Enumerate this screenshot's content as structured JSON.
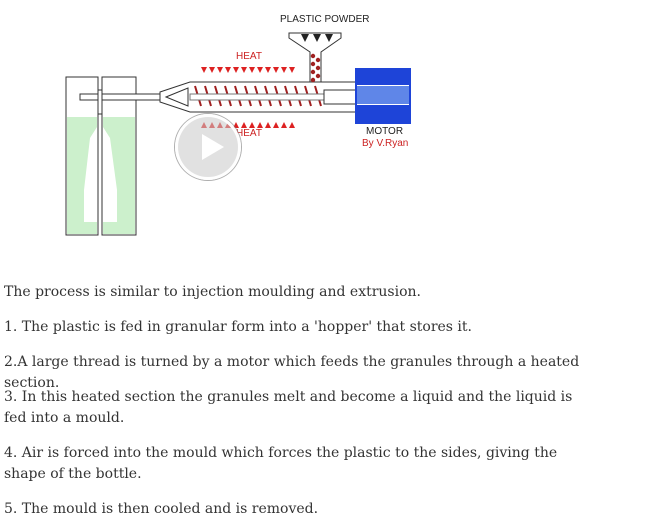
{
  "video": {
    "labels": {
      "plastic_powder": "PLASTIC POWDER",
      "heat_top": "HEAT",
      "heat_bottom": "HEAT",
      "motor": "MOTOR",
      "credit": "By V.Ryan"
    },
    "play_icon": "play-icon",
    "colors": {
      "mould_fill": "#ccf0cc",
      "motor_blue": "#1e44d8",
      "heat_red": "#dd2222",
      "screw_red": "#a02020"
    }
  },
  "content": {
    "paragraphs": [
      "The process is similar to injection moulding and extrusion.",
      "1. The plastic is fed in granular form into a 'hopper' that stores it.",
      "2.A large thread is turned by a motor which feeds the granules through a heated section.",
      "3. In this heated section the granules melt and become a liquid and the liquid is fed into a mould.",
      "4. Air is forced into the mould which forces the plastic to the sides, giving the shape of the bottle.",
      "5. The mould is then cooled and is removed."
    ]
  }
}
